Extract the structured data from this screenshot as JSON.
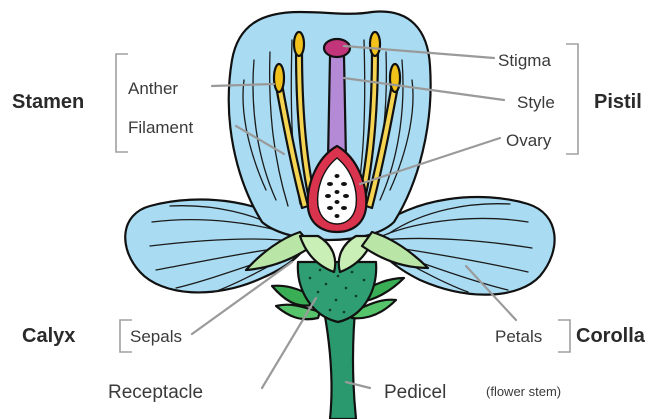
{
  "groups": {
    "stamen": "Stamen",
    "pistil": "Pistil",
    "calyx": "Calyx",
    "corolla": "Corolla"
  },
  "labels": {
    "anther": "Anther",
    "filament": "Filament",
    "stigma": "Stigma",
    "style": "Style",
    "ovary": "Ovary",
    "sepals": "Sepals",
    "petals": "Petals",
    "receptacle": "Receptacle",
    "pedicel": "Pedicel",
    "pedicel_note": "(flower stem)"
  },
  "colors": {
    "petal": "#a9dcf2",
    "sepal": "#b9e6a6",
    "stem": "#2a9a6e",
    "receptacle": "#2f9e72",
    "ovary": "#d9334e",
    "style": "#b48ad6",
    "stigma": "#c2357a",
    "anther": "#f2c21a",
    "filament": "#f5d451"
  }
}
